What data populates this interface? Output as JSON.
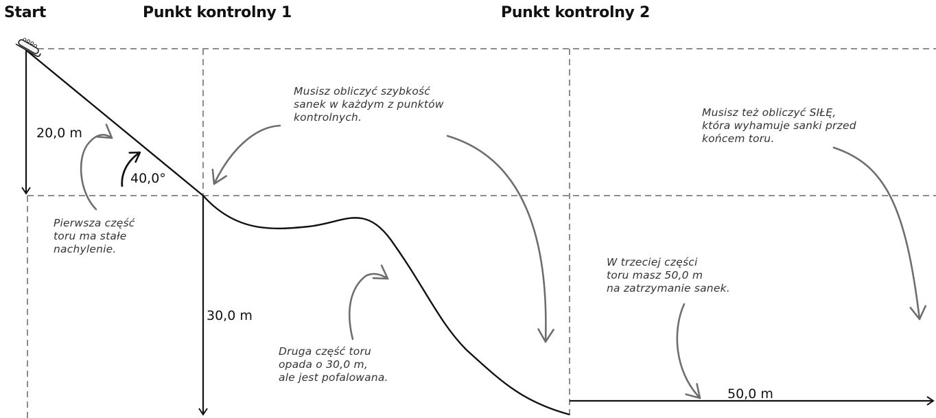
{
  "headers": {
    "start": "Start",
    "checkpoint1": "Punkt kontrolny 1",
    "checkpoint2": "Punkt kontrolny 2"
  },
  "measurements": {
    "drop1": "20,0 m",
    "angle": "40,0°",
    "drop2": "30,0 m",
    "stopping_distance": "50,0 m"
  },
  "notes": {
    "speed": "Musisz obliczyć szybkość\nsanek w każdym z punktów\nkontrolnych.",
    "force": "Musisz też obliczyć SIŁĘ,\nktóra wyhamuje sanki przed\nkońcem toru.",
    "first_section": "Pierwsza część\ntoru ma stałe\nnachylenie.",
    "second_section": "Druga część toru\nopada o 30,0 m,\nale jest pofalowana.",
    "third_section": "W trzeciej części\ntoru masz 50,0 m\nna zatrzymanie sanek."
  },
  "colors": {
    "line": "#111111",
    "dashed_grid": "#8c8c8c",
    "callout_arrow": "#6e6e6e"
  },
  "icons": {
    "sled": "sled-icon"
  }
}
